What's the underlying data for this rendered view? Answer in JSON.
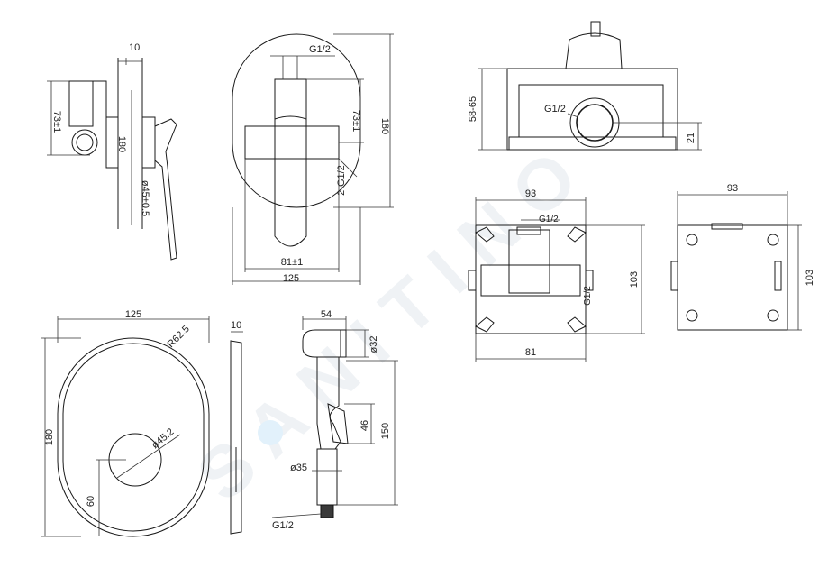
{
  "dims": {
    "side_top_10": "10",
    "side_73": "73±1",
    "side_180": "180",
    "side_d45": "ø45±0.5",
    "front_g12": "G1/2",
    "front_73": "73±1",
    "front_180": "180",
    "front_2g12": "2-G1/2",
    "front_81": "81±1",
    "front_125": "125",
    "box_5865": "58-65",
    "box_g12": "G1/2",
    "box_21": "21",
    "box_93a": "93",
    "box_g12b": "G1/2",
    "box_103a": "103",
    "box_g12c": "G1/2",
    "box_81": "81",
    "box_93b": "93",
    "box_103b": "103",
    "plate_125": "125",
    "plate_r625": "R62.5",
    "plate_180": "180",
    "plate_d452": "ø45.2",
    "plate_60": "60",
    "plate_10": "10",
    "spray_54": "54",
    "spray_d32": "ø32",
    "spray_46": "46",
    "spray_150": "150",
    "spray_d35": "ø35",
    "spray_g12": "G1/2"
  }
}
